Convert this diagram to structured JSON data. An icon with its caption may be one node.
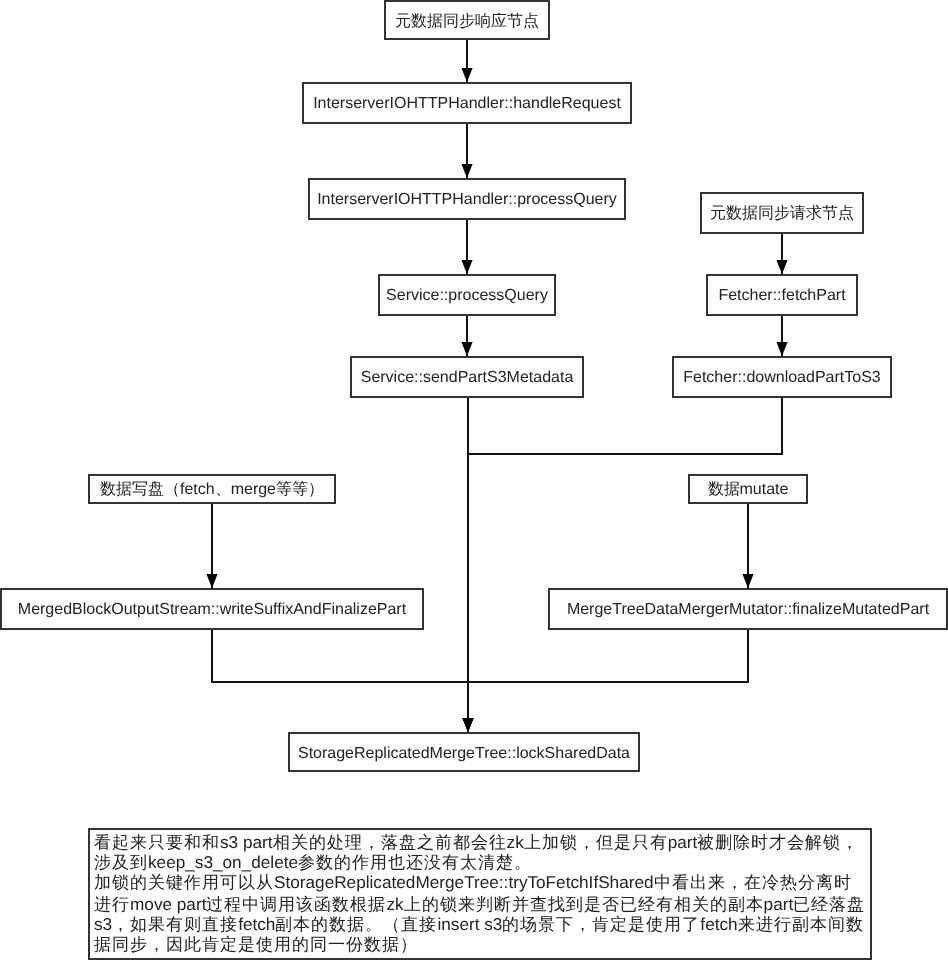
{
  "diagram": {
    "nodes": [
      {
        "text": [
          "元数据同步响应节点"
        ]
      },
      {
        "text": [
          "InterserverIOHTTPHandler::handleRequest"
        ]
      },
      {
        "text": [
          "InterserverIOHTTPHandler::processQuery"
        ]
      },
      {
        "text": [
          "Service::processQuery"
        ]
      },
      {
        "text": [
          "Service::sendPartS3Metadata"
        ]
      },
      {
        "text": [
          "元数据同步请求节点"
        ]
      },
      {
        "text": [
          "Fetcher::fetchPart"
        ]
      },
      {
        "text": [
          "Fetcher::downloadPartToS3"
        ]
      },
      {
        "text": [
          "数据写盘（fetch、merge等等）"
        ]
      },
      {
        "text": [
          "数据mutate"
        ]
      },
      {
        "text": [
          "MergedBlockOutputStream::writeSuffixAndFinalizePart"
        ]
      },
      {
        "text": [
          "MergeTreeDataMergerMutator::finalizeMutatedPart"
        ]
      },
      {
        "text": [
          "StorageReplicatedMergeTree::lockSharedData"
        ]
      },
      {
        "text": [
          "看起来只要和和s3 part相关的处理，落盘之前都会往zk上加锁，但是只有part被删除时才会解锁，涉及到keep_s3_on_delete参数的作用也还没有太清楚。",
          "加锁的关键作用可以从StorageReplicatedMergeTree::tryToFetchIfShared中看出来，在冷热分离时进行move part过程中调用该函数根据zk上的锁来判断并查找到是否已经有相关的副本part已经落盘s3，如果有则直接fetch副本的数据。（直接insert s3的场景下，肯定是使用了fetch来进行副本间数据同步，因此肯定是使用的同一份数据）"
        ]
      }
    ],
    "edges": [
      {
        "from": 0,
        "to": 1,
        "arrow": "to"
      },
      {
        "from": 1,
        "to": 2,
        "arrow": "to"
      },
      {
        "from": 2,
        "to": 3,
        "arrow": "to"
      },
      {
        "from": 3,
        "to": 4,
        "arrow": "to"
      },
      {
        "from": 5,
        "to": 6,
        "arrow": "to"
      },
      {
        "from": 6,
        "to": 7,
        "arrow": "to"
      },
      {
        "from": 4,
        "to": 12,
        "arrow": "to"
      },
      {
        "from": 7,
        "to": 12,
        "arrow": "to"
      },
      {
        "from": 8,
        "to": 10,
        "arrow": "to"
      },
      {
        "from": 9,
        "to": 11,
        "arrow": "to"
      },
      {
        "from": 10,
        "to": 12,
        "arrow": "to"
      },
      {
        "from": 11,
        "to": 12,
        "arrow": "to"
      }
    ]
  }
}
